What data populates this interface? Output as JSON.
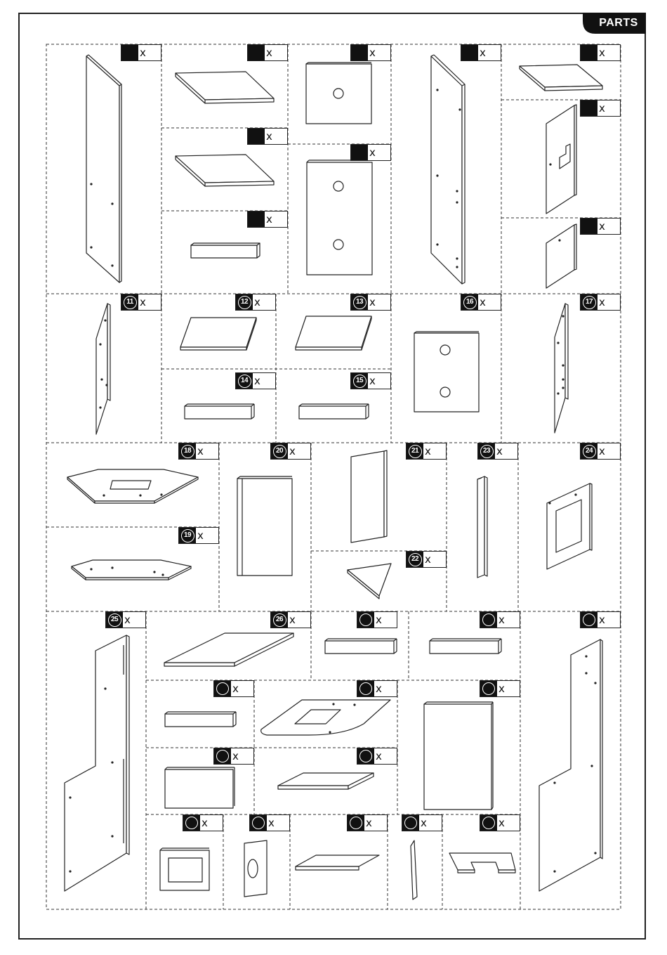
{
  "header": {
    "title": "PARTS"
  },
  "qty_mark": "x",
  "parts": [
    {
      "id": "p1",
      "number": "",
      "badge": "solid"
    },
    {
      "id": "p2",
      "number": "",
      "badge": "solid"
    },
    {
      "id": "p3",
      "number": "",
      "badge": "solid"
    },
    {
      "id": "p4",
      "number": "",
      "badge": "solid"
    },
    {
      "id": "p5",
      "number": "",
      "badge": "solid"
    },
    {
      "id": "p6",
      "number": "",
      "badge": "solid"
    },
    {
      "id": "p7",
      "number": "",
      "badge": "solid"
    },
    {
      "id": "p8",
      "number": "",
      "badge": "solid"
    },
    {
      "id": "p9",
      "number": "",
      "badge": "solid"
    },
    {
      "id": "p10",
      "number": "",
      "badge": "solid"
    },
    {
      "id": "p11",
      "number": "11",
      "badge": "circle"
    },
    {
      "id": "p12",
      "number": "12",
      "badge": "circle"
    },
    {
      "id": "p13",
      "number": "13",
      "badge": "circle"
    },
    {
      "id": "p14",
      "number": "14",
      "badge": "circle"
    },
    {
      "id": "p15",
      "number": "15",
      "badge": "circle"
    },
    {
      "id": "p16",
      "number": "16",
      "badge": "circle"
    },
    {
      "id": "p17",
      "number": "17",
      "badge": "circle"
    },
    {
      "id": "p18",
      "number": "18",
      "badge": "circle"
    },
    {
      "id": "p19",
      "number": "19",
      "badge": "circle"
    },
    {
      "id": "p20",
      "number": "20",
      "badge": "circle"
    },
    {
      "id": "p21",
      "number": "21",
      "badge": "circle"
    },
    {
      "id": "p22",
      "number": "22",
      "badge": "circle"
    },
    {
      "id": "p23",
      "number": "23",
      "badge": "circle"
    },
    {
      "id": "p24",
      "number": "24",
      "badge": "circle"
    },
    {
      "id": "p25",
      "number": "25",
      "badge": "circle"
    },
    {
      "id": "p26",
      "number": "26",
      "badge": "circle"
    },
    {
      "id": "p27",
      "number": "",
      "badge": "circle"
    },
    {
      "id": "p28",
      "number": "",
      "badge": "circle"
    },
    {
      "id": "p29",
      "number": "",
      "badge": "circle"
    },
    {
      "id": "p30",
      "number": "",
      "badge": "circle"
    },
    {
      "id": "p31",
      "number": "",
      "badge": "circle"
    },
    {
      "id": "p32",
      "number": "",
      "badge": "circle"
    },
    {
      "id": "p33",
      "number": "",
      "badge": "circle"
    },
    {
      "id": "p34",
      "number": "",
      "badge": "circle"
    },
    {
      "id": "p35",
      "number": "",
      "badge": "circle"
    },
    {
      "id": "p36",
      "number": "",
      "badge": "circle"
    },
    {
      "id": "p37",
      "number": "",
      "badge": "circle"
    },
    {
      "id": "p38",
      "number": "",
      "badge": "circle"
    },
    {
      "id": "p39",
      "number": "",
      "badge": "circle"
    }
  ]
}
